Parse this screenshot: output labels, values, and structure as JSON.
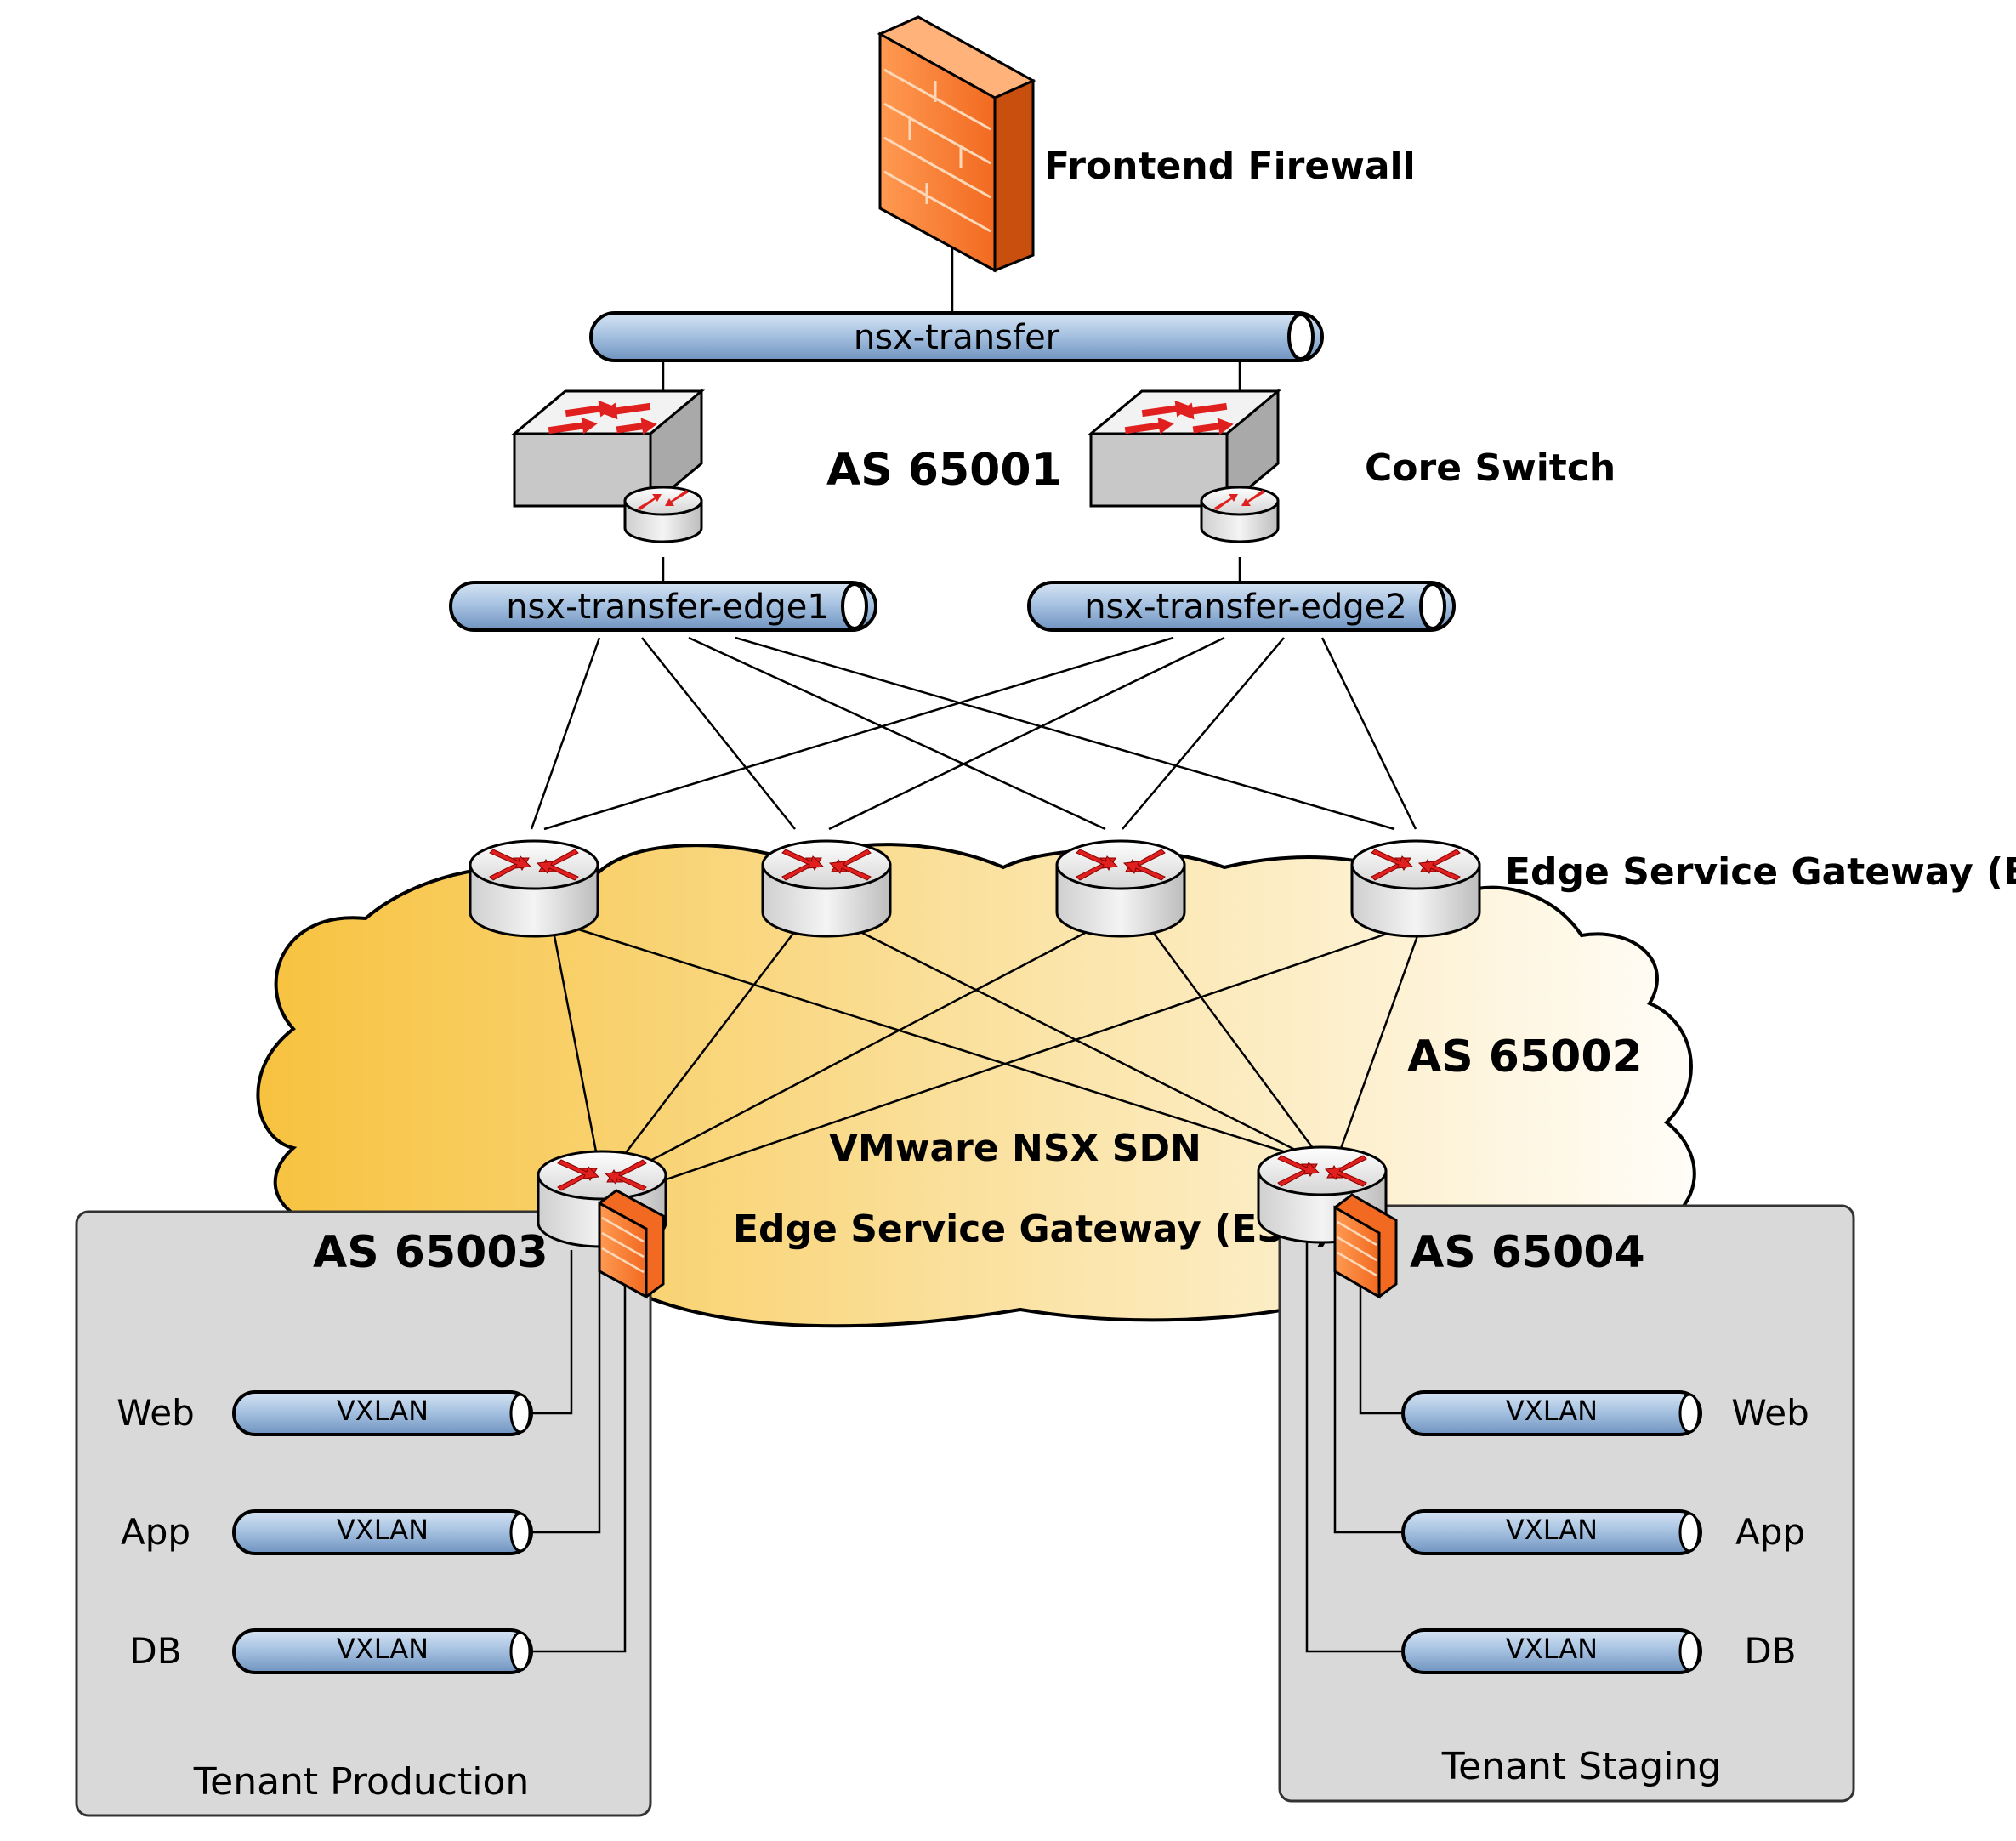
{
  "firewall": {
    "label": "Frontend Firewall"
  },
  "segments": {
    "transfer": "nsx-transfer",
    "edge1": "nsx-transfer-edge1",
    "edge2": "nsx-transfer-edge2"
  },
  "core": {
    "as_label": "AS 65001",
    "switch_label": "Core Switch"
  },
  "esg_label_top": "Edge Service Gateway (ESG)",
  "cloud": {
    "as_label": "AS 65002",
    "sdn_label": "VMware NSX SDN",
    "esg_label": "Edge Service Gateway (ESG)"
  },
  "tenants": {
    "production": {
      "as_label": "AS 65003",
      "title": "Tenant Production",
      "networks": [
        {
          "name": "Web",
          "type": "VXLAN"
        },
        {
          "name": "App",
          "type": "VXLAN"
        },
        {
          "name": "DB",
          "type": "VXLAN"
        }
      ]
    },
    "staging": {
      "as_label": "AS 65004",
      "title": "Tenant Staging",
      "networks": [
        {
          "name": "Web",
          "type": "VXLAN"
        },
        {
          "name": "App",
          "type": "VXLAN"
        },
        {
          "name": "DB",
          "type": "VXLAN"
        }
      ]
    }
  },
  "colors": {
    "firewall": "#f26a21",
    "segment": "#a8c3e2",
    "cloud_left": "#f7c23e",
    "cloud_right": "#fffdf8",
    "tenant_box": "#d9d9d9",
    "arrow": "#e0201e"
  }
}
